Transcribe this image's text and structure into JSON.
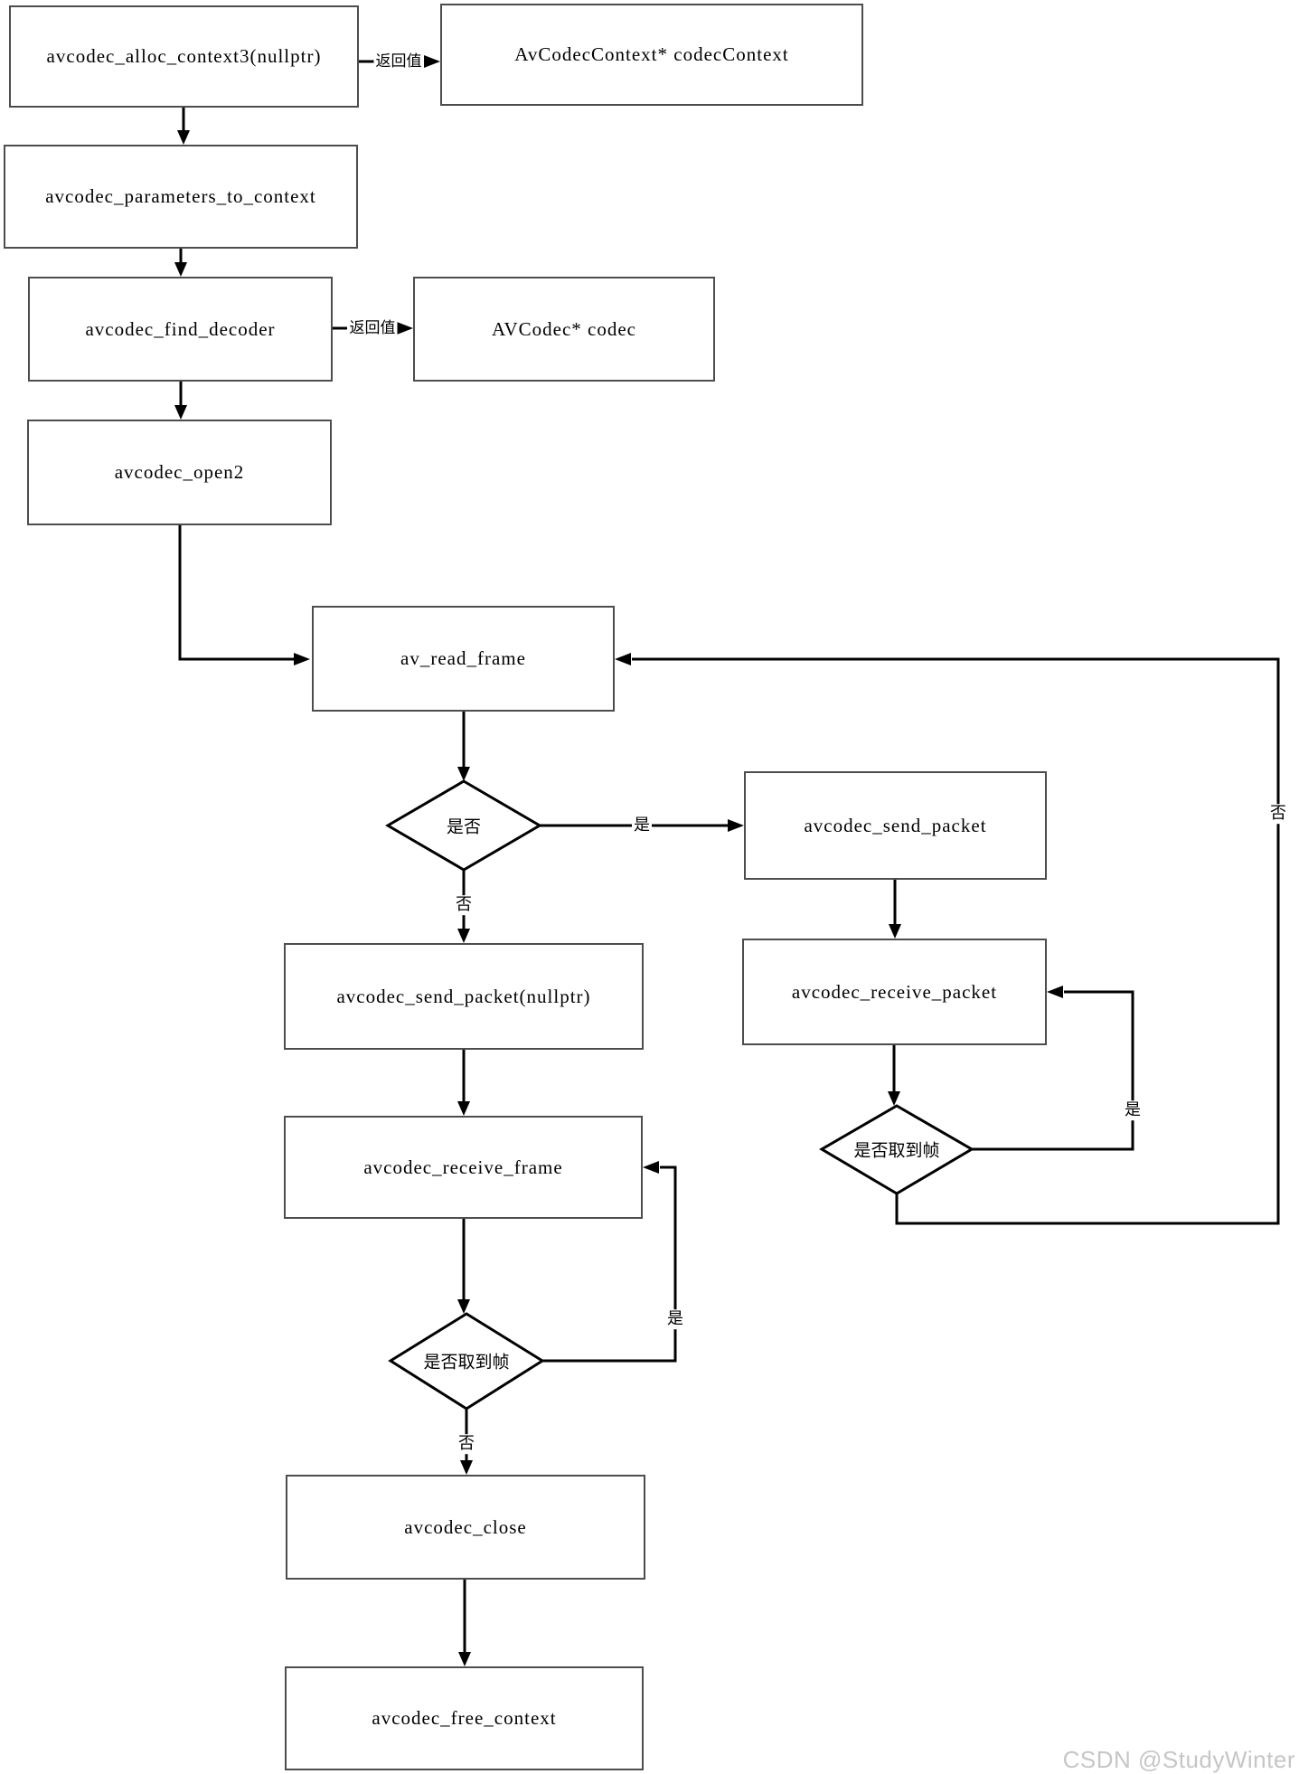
{
  "diagram": {
    "nodes": {
      "alloc_context": {
        "label": "avcodec_alloc_context3(nullptr)"
      },
      "codec_context_var": {
        "label": "AvCodecContext* codecContext"
      },
      "parameters_to_context": {
        "label": "avcodec_parameters_to_context"
      },
      "find_decoder": {
        "label": "avcodec_find_decoder"
      },
      "codec_var": {
        "label": "AVCodec* codec"
      },
      "open2": {
        "label": "avcodec_open2"
      },
      "read_frame": {
        "label": "av_read_frame"
      },
      "decision_read": {
        "label": "是否"
      },
      "send_packet": {
        "label": "avcodec_send_packet"
      },
      "send_packet_nullptr": {
        "label": "avcodec_send_packet(nullptr)"
      },
      "receive_packet": {
        "label": "avcodec_receive_packet"
      },
      "decision_got_packet": {
        "label": "是否取到帧"
      },
      "receive_frame": {
        "label": "avcodec_receive_frame"
      },
      "decision_got_frame": {
        "label": "是否取到帧"
      },
      "close": {
        "label": "avcodec_close"
      },
      "free_context": {
        "label": "avcodec_free_context"
      }
    },
    "edge_labels": {
      "return_value_1": "返回值",
      "return_value_2": "返回值",
      "yes_read": "是",
      "no_read": "否",
      "yes_packet_loop": "是",
      "no_packet_loop": "否",
      "yes_frame_loop": "是",
      "no_frame": "否"
    },
    "watermark": "CSDN @StudyWinter",
    "colors": {
      "line": "#000000",
      "box_border": "#4d4d4d",
      "background": "#ffffff",
      "watermark": "#c6c6c6"
    }
  }
}
